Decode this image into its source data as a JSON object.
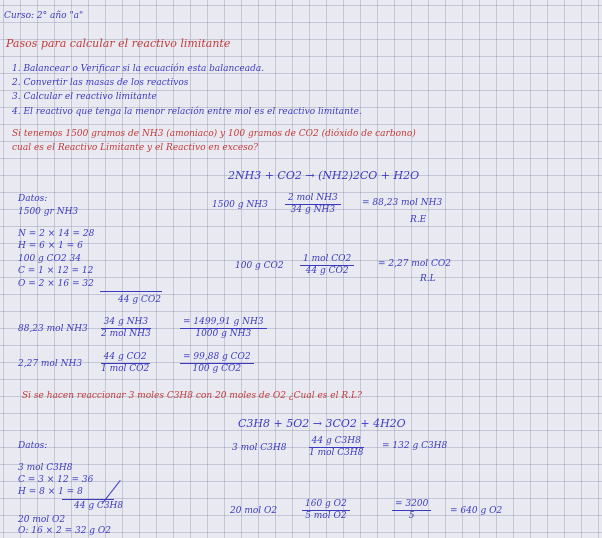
{
  "header": {
    "course": "Curso: 2° año \"a\""
  },
  "title": "Pasos para calcular el reactivo limitante",
  "steps": [
    "1. Balancear o Verificar si la ecuación esta balanceada.",
    "2. Convertir las masas de los reactivos",
    "3. Calcular el reactivo limitante",
    "4. El reactivo que tenga la menor relación entre mol es el reactivo limitante."
  ],
  "problem1": {
    "statement_line1": "Si tenemos 1500 gramos de NH3 (amoniaco) y 100 gramos de CO2 (dióxido de carbono)",
    "statement_line2": "cual es el Reactivo Limitante y el Reactivo en exceso?",
    "equation": "2NH3 + CO2 → (NH2)2CO + H2O",
    "datos_label": "Datos:",
    "datos_value": "1500 gr NH3",
    "molar_lines": [
      "N = 2 × 14 = 28",
      "H = 6 × 1 = 6",
      "100 g CO2   34",
      "C = 1 × 12 = 12",
      "O = 2 × 16 = 32"
    ],
    "molar_total": "44 g CO2",
    "calc1_start": "1500 g NH3",
    "calc1_num": "2 mol NH3",
    "calc1_den": "34 g NH3",
    "calc1_result": "= 88,23 mol NH3",
    "calc1_tag": "R.E",
    "calc2_start": "100 g CO2",
    "calc2_num": "1 mol CO2",
    "calc2_den": "44 g CO2",
    "calc2_result": "= 2,27 mol CO2",
    "calc2_tag": "R.L",
    "calc3_start": "88,23 mol NH3",
    "calc3_num": "34 g NH3",
    "calc3_den": "2 mol NH3",
    "calc3_result_num": "= 1499,91 g NH3",
    "calc3_result_den": "1000 g NH3",
    "calc4_start": "2,27 mol NH3",
    "calc4_num": "44 g CO2",
    "calc4_den": "1 mol CO2",
    "calc4_result_num": "= 99,88 g CO2",
    "calc4_result_den": "100 g CO2"
  },
  "problem2": {
    "statement": "Si se hacen reaccionar 3 moles C3H8 con 20 moles de O2 ¿Cual es el R.L?",
    "equation": "C3H8 + 5O2 → 3CO2 + 4H2O",
    "datos_label": "Datos:",
    "calc1_start": "3 mol C3H8",
    "calc1_num": "44 g C3H8",
    "calc1_den": "1 mol C3H8",
    "calc1_result": "= 132 g C3H8",
    "datos_value": "3 mol C3H8",
    "molar_lines": [
      "C = 3 × 12 = 36",
      "H = 8 × 1 = 8"
    ],
    "molar_total": "44 g C3H8",
    "o2_label": "20 mol O2",
    "o2_molar": "O: 16 × 2 = 32 g O2",
    "calc2_start": "20 mol O2",
    "calc2_num": "160 g O2",
    "calc2_den": "5 mol O2",
    "calc2_result_num": "= 3200",
    "calc2_result_den": "5",
    "calc2_final": "= 640 g O2"
  }
}
